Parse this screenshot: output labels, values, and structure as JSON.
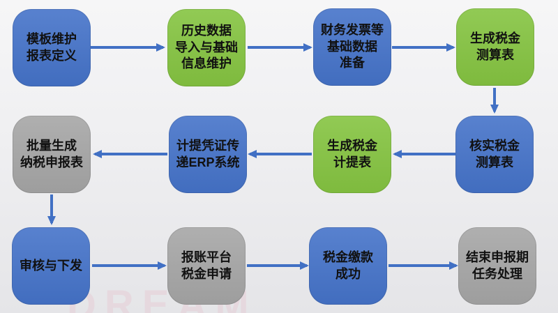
{
  "flowchart": {
    "nodes": [
      {
        "id": "n1",
        "label": "模板维护\n报表定义",
        "color": "blue"
      },
      {
        "id": "n2",
        "label": "历史数据\n导入与基础\n信息维护",
        "color": "green"
      },
      {
        "id": "n3",
        "label": "财务发票等\n基础数据\n准备",
        "color": "blue"
      },
      {
        "id": "n4",
        "label": "生成税金\n测算表",
        "color": "green"
      },
      {
        "id": "n5",
        "label": "核实税金\n测算表",
        "color": "blue"
      },
      {
        "id": "n6",
        "label": "生成税金\n计提表",
        "color": "green"
      },
      {
        "id": "n7",
        "label": "计提凭证传\n递ERP系统",
        "color": "blue"
      },
      {
        "id": "n8",
        "label": "批量生成\n纳税申报表",
        "color": "gray"
      },
      {
        "id": "n9",
        "label": "审核与下发",
        "color": "blue"
      },
      {
        "id": "n10",
        "label": "报账平台\n税金申请",
        "color": "gray"
      },
      {
        "id": "n11",
        "label": "税金缴款\n成功",
        "color": "blue"
      },
      {
        "id": "n12",
        "label": "结束申报期\n任务处理",
        "color": "gray"
      }
    ],
    "edges": [
      {
        "from": "n1",
        "to": "n2"
      },
      {
        "from": "n2",
        "to": "n3"
      },
      {
        "from": "n3",
        "to": "n4"
      },
      {
        "from": "n4",
        "to": "n5"
      },
      {
        "from": "n5",
        "to": "n6"
      },
      {
        "from": "n6",
        "to": "n7"
      },
      {
        "from": "n7",
        "to": "n8"
      },
      {
        "from": "n8",
        "to": "n9"
      },
      {
        "from": "n9",
        "to": "n10"
      },
      {
        "from": "n10",
        "to": "n11"
      },
      {
        "from": "n11",
        "to": "n12"
      }
    ],
    "colors": {
      "blue": "#4573C9",
      "green": "#85C441",
      "gray": "#A6A6A6",
      "arrow": "#4170C4",
      "text": "#111111"
    },
    "watermark": "DREAM"
  }
}
